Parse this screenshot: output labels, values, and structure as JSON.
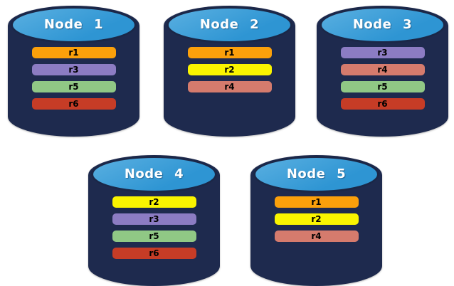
{
  "diagram": {
    "description": "Database nodes with replica distribution",
    "colors": {
      "cylinder_body": "#1E2A4E",
      "cylinder_top": "#3399D6",
      "node_title_text": "#FFFFFF",
      "replica_label_text": "#000000",
      "replicas": {
        "r1": "#FBA00B",
        "r2": "#FAF400",
        "r3": "#8C7CC3",
        "r4": "#D57B6D",
        "r5": "#90C885",
        "r6": "#C63C26"
      }
    },
    "nodes": [
      {
        "label": "Node 1",
        "replicas": [
          "r1",
          "r3",
          "r5",
          "r6"
        ]
      },
      {
        "label": "Node 2",
        "replicas": [
          "r1",
          "r2",
          "r4"
        ]
      },
      {
        "label": "Node 3",
        "replicas": [
          "r3",
          "r4",
          "r5",
          "r6"
        ]
      },
      {
        "label": "Node 4",
        "replicas": [
          "r2",
          "r3",
          "r5",
          "r6"
        ]
      },
      {
        "label": "Node 5",
        "replicas": [
          "r1",
          "r2",
          "r4"
        ]
      }
    ]
  }
}
